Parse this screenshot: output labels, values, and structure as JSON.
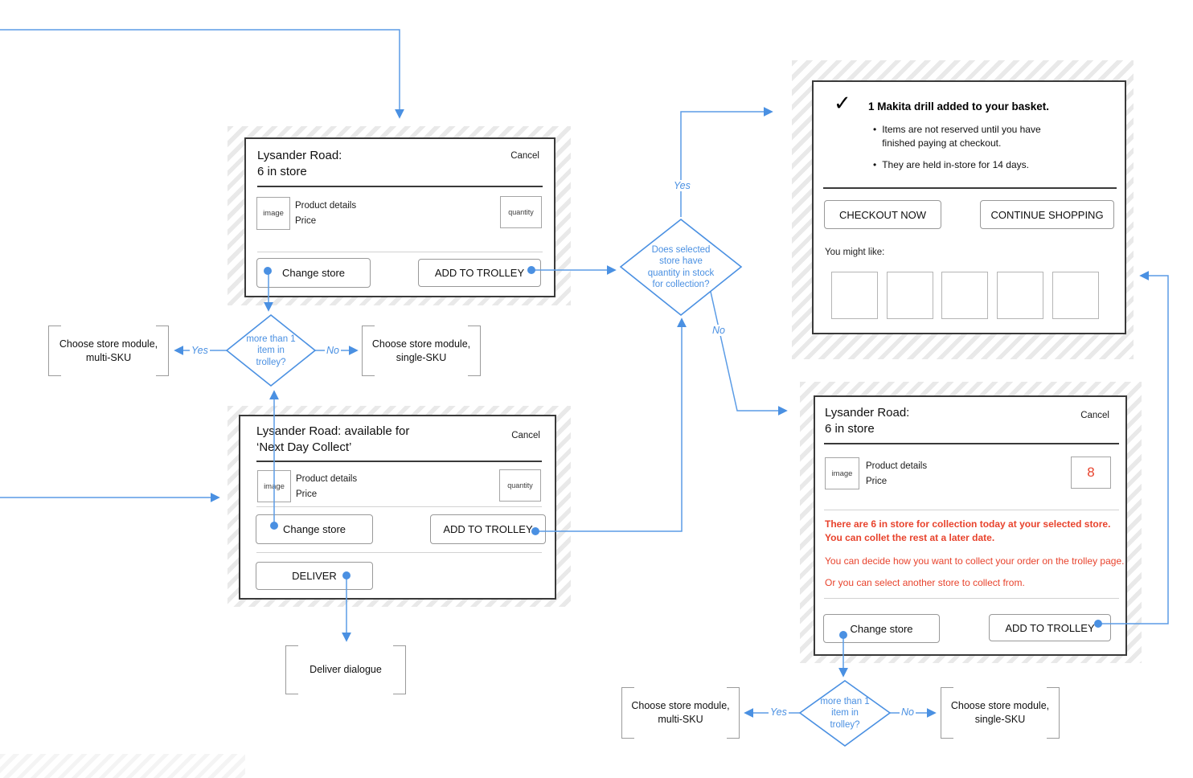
{
  "shared": {
    "cancel": "Cancel",
    "change_store": "Change store",
    "add_to_trolley": "ADD TO TROLLEY",
    "deliver": "DELIVER",
    "image": "image",
    "quantity": "quantity",
    "product_details": "Product details",
    "price": "Price",
    "yes": "Yes",
    "no": "No",
    "bullet": "•",
    "checkmark": "✓"
  },
  "colors": {
    "accent_blue": "#4a90e2",
    "alert_red": "#e8432d"
  },
  "decisions": {
    "trolley": {
      "line1": "more than 1",
      "line2": "item in",
      "line3": "trolley?"
    },
    "stock": {
      "line1": "Does selected",
      "line2": "store have",
      "line3": "quantity in stock",
      "line4": "for collection?"
    }
  },
  "outcomes": {
    "multi_sku": {
      "line1": "Choose store module,",
      "line2": "multi-SKU"
    },
    "single_sku": {
      "line1": "Choose store module,",
      "line2": "single-SKU"
    },
    "deliver_dialogue": "Deliver dialogue"
  },
  "modal_in_store": {
    "title_line1": "Lysander Road:",
    "title_line2": "6 in store"
  },
  "modal_next_day": {
    "title_line1": "Lysander Road: available for",
    "title_line2": "‘Next Day Collect’"
  },
  "modal_basket": {
    "title": "1 Makita drill added to your basket.",
    "bullet1": "Items are not reserved until you have finished paying at checkout.",
    "bullet2": "They are held in-store for 14 days.",
    "checkout_now": "CHECKOUT NOW",
    "continue_shopping": "CONTINUE SHOPPING",
    "you_might_like": "You might like:",
    "thumbnail_count": 5
  },
  "modal_partial": {
    "title_line1": "Lysander Road:",
    "title_line2": "6 in store",
    "quantity_value": "8",
    "warning_bold_line1": "There are 6 in store for collection today at your selected store.",
    "warning_bold_line2": "You can collet the rest at a later date.",
    "warning_text1": "You can decide how you want to collect your order on the trolley page.",
    "warning_text2": "Or you can select another store to collect from."
  }
}
